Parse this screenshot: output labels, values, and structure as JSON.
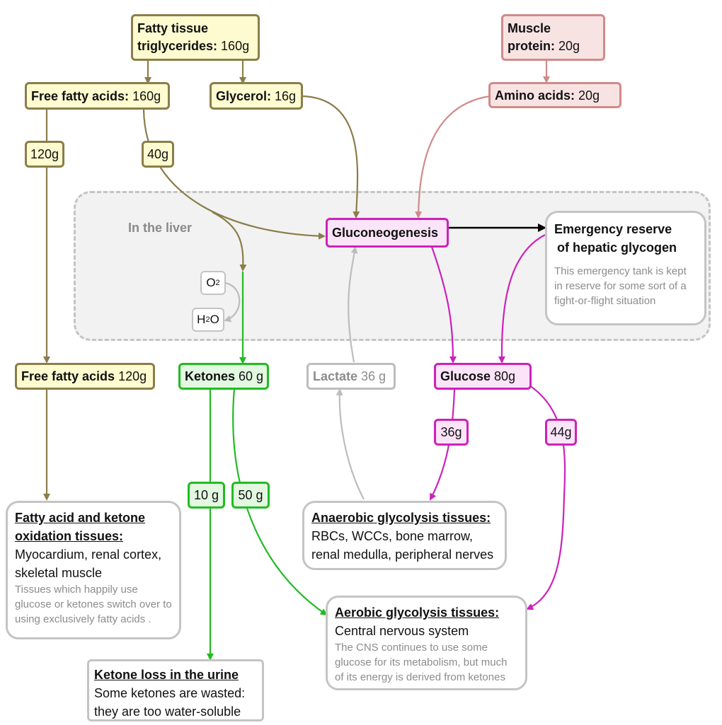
{
  "liver_label": "In the liver",
  "fat_triglycerides": {
    "name": "Fatty tissue\ntriglycerides:",
    "line1": "Fatty tissue",
    "line2": "triglycerides:",
    "amount": "160g"
  },
  "muscle_protein": {
    "line1": "Muscle",
    "line2": "protein:",
    "amount": "20g"
  },
  "free_fatty_acids_top": {
    "name": "Free fatty acids:",
    "amount": "160g"
  },
  "glycerol": {
    "name": "Glycerol:",
    "amount": "16g"
  },
  "amino_acids": {
    "name": "Amino acids:",
    "amount": "20g"
  },
  "ffa_split_120": "120g",
  "ffa_split_40": "40g",
  "gluconeogenesis": "Gluconeogenesis",
  "emergency_reserve": {
    "title_line1": "Emergency reserve",
    "title_line2": "of hepatic glycogen",
    "note": "This emergency tank is kept in reserve for some sort of a fight-or-flight situation"
  },
  "o2": {
    "main": "O",
    "sub": "2"
  },
  "h2o": {
    "pre": "H",
    "sub": "2",
    "post": "O"
  },
  "free_fatty_acids_bottom": {
    "name": "Free fatty acids",
    "amount": "120g"
  },
  "ketones": {
    "name": "Ketones",
    "amount": "60 g"
  },
  "lactate": {
    "name": "Lactate",
    "amount": "36 g"
  },
  "glucose": {
    "name": "Glucose",
    "amount": "80g"
  },
  "glucose_split_36": "36g",
  "glucose_split_44": "44g",
  "ketone_split_10": "10 g",
  "ketone_split_50": "50 g",
  "fatty_acid_tissues": {
    "heading_line1": "Fatty acid and ketone",
    "heading_line2": "oxidation tissues:",
    "body": "Myocardium, renal cortex, skeletal muscle",
    "note": "Tissues which happily use glucose or ketones switch over to using exclusively fatty acids ."
  },
  "anaerobic_tissues": {
    "heading": "Anaerobic glycolysis tissues:",
    "body": "RBCs, WCCs, bone marrow, renal medulla, peripheral nerves"
  },
  "aerobic_tissues": {
    "heading": "Aerobic glycolysis tissues:",
    "body": "Central nervous system",
    "note": "The CNS continues to use some glucose for its metabolism, but much of its energy is derived from ketones"
  },
  "ketone_urine": {
    "heading": "Ketone loss in the urine",
    "body": "Some ketones are wasted: they are too water-soluble"
  },
  "colors": {
    "olive": "#8b7d4b",
    "pink": "#d08a8a",
    "magenta": "#cc22bb",
    "green": "#22bb22",
    "grey": "#bdbdbd",
    "black": "#000000"
  }
}
